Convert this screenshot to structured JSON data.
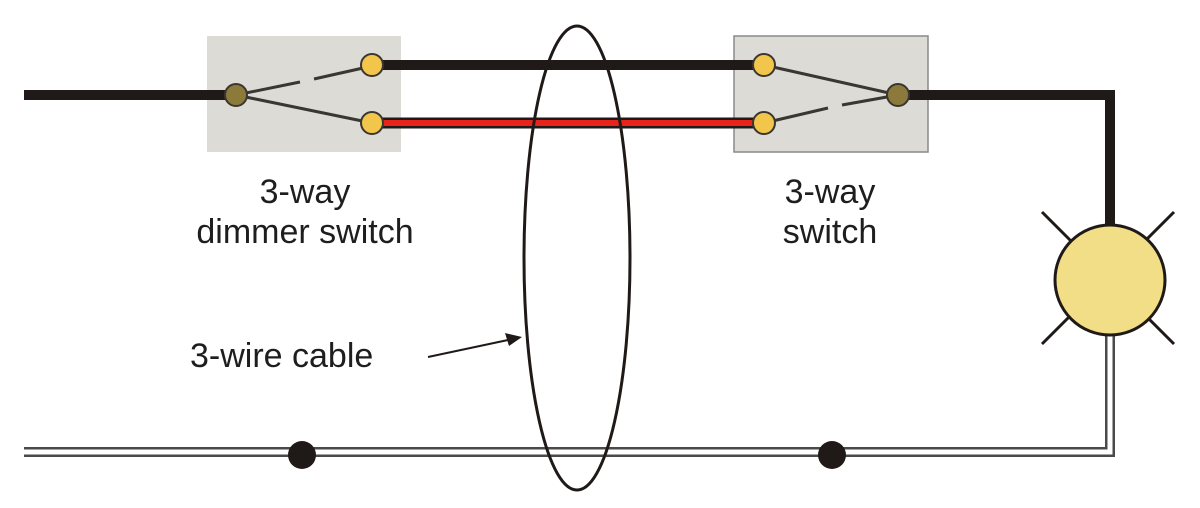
{
  "labels": {
    "dimmer_switch": [
      "3-way",
      "dimmer switch"
    ],
    "switch": [
      "3-way",
      "switch"
    ],
    "cable": "3-wire cable"
  },
  "colors": {
    "hot_wire": "#1f1a17",
    "traveler_red": "#e8231c",
    "neutral_white": "#ffffff",
    "switch_box": "#dcdbd6",
    "terminal": "#f2c64a",
    "common_terminal": "#8c7a3a",
    "bulb": "#f2de86"
  }
}
